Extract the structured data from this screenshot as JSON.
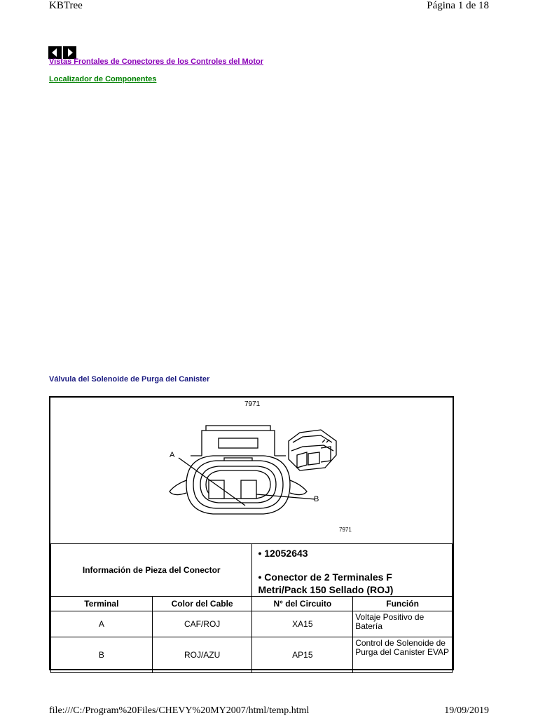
{
  "header": {
    "left": "KBTree",
    "right": "Página 1 de 18"
  },
  "nav": {
    "prev_icon": "arrow-left-icon",
    "next_icon": "arrow-right-icon"
  },
  "links": {
    "vistas": "Vistas Frontales de Conectores de los Controles del Motor",
    "localizador": "Localizador de Componentes"
  },
  "section": {
    "title": "Válvula del Solenoide de Purga del Canister"
  },
  "diagram": {
    "id_top": "7971",
    "id_small": "7971",
    "label_a": "A",
    "label_b": "B"
  },
  "part": {
    "label": "Información de Pieza del Conector",
    "line1": "• 12052643",
    "line2": "• Conector de 2 Terminales F",
    "line3": "Metri/Pack 150 Sellado (ROJ)"
  },
  "table": {
    "headers": [
      "Terminal",
      "Color del Cable",
      "N° del Circuito",
      "Función"
    ],
    "rows": [
      {
        "terminal": "A",
        "color": "CAF/ROJ",
        "circuito": "XA15",
        "funcion": "Voltaje Positivo de Batería"
      },
      {
        "terminal": "B",
        "color": "ROJ/AZU",
        "circuito": "AP15",
        "funcion": "Control de Solenoide de Purga del Canister EVAP"
      }
    ]
  },
  "footer": {
    "left": "file:///C:/Program%20Files/CHEVY%20MY2007/html/temp.html",
    "right": "19/09/2019"
  }
}
